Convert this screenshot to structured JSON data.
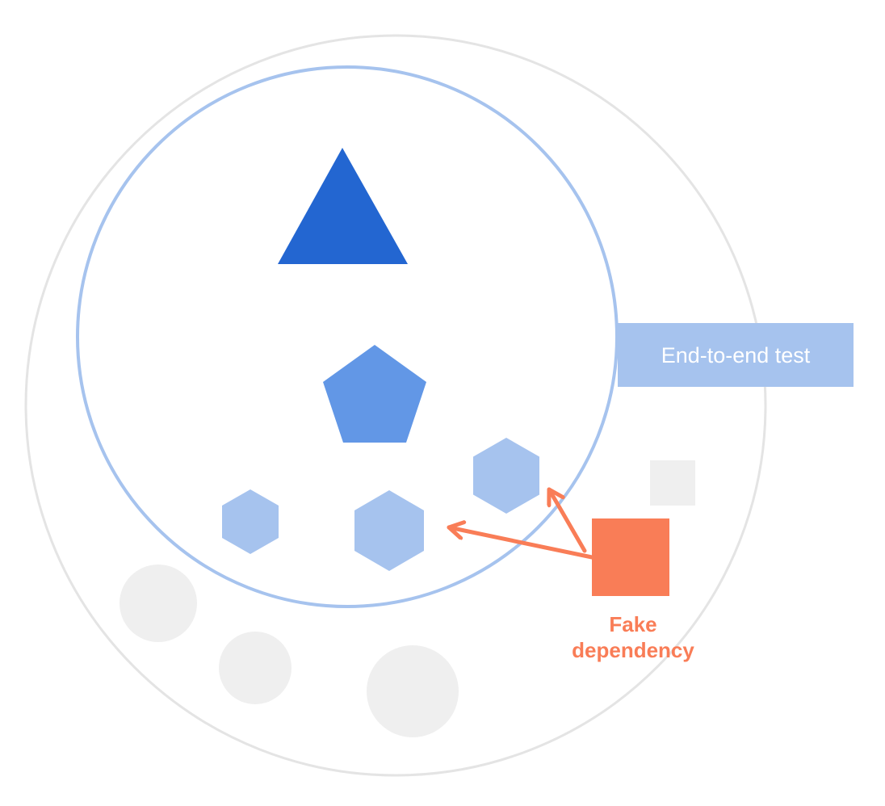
{
  "diagram": {
    "banner": {
      "label": "End-to-end test"
    },
    "fake_dependency": {
      "label_line1": "Fake",
      "label_line2": "dependency"
    },
    "icons": {
      "arrowhead": "open-chevron-arrowhead"
    },
    "colors": {
      "background": "#ffffff",
      "outer_circle_stroke": "#e4e4e4",
      "test_boundary_stroke": "#a6c3ee",
      "triangle_fill": "#2366d1",
      "pentagon_fill": "#6297e6",
      "hexagon_fill": "#a6c3ee",
      "banner_bg": "#a6c3ee",
      "banner_text": "#ffffff",
      "fake_square_fill": "#f97d57",
      "arrow_stroke": "#f97d57",
      "fake_label_color": "#f97d57",
      "inactive_fill": "#efefef"
    }
  }
}
